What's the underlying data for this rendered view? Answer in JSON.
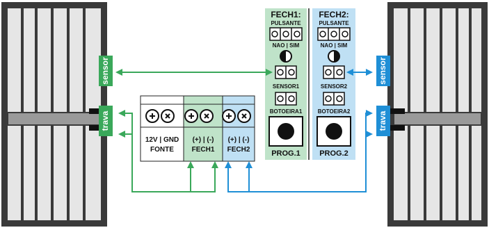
{
  "colors": {
    "green": "#3aa85a",
    "blue": "#1f8fd6",
    "green_panel": "#bfe3c9",
    "blue_panel": "#bfe0f4",
    "frame_dark": "#3a3a3a",
    "bar_gray": "#9a9a9a"
  },
  "left_gate": {
    "sensor_tag": "sensor",
    "lock_tag": "trava"
  },
  "right_gate": {
    "sensor_tag": "sensor",
    "lock_tag": "trava"
  },
  "terminal_block": {
    "fonte": {
      "pins": "12V | GND",
      "label": "FONTE"
    },
    "fech1": {
      "pins": "(+) | (-)",
      "label": "FECH1"
    },
    "fech2": {
      "pins": "(+) | (-)",
      "label": "FECH2"
    }
  },
  "panel1": {
    "title": "FECH1:",
    "pulsante": "PULSANTE",
    "nao_sim": "NAO | SIM",
    "sensor": "SENSOR1",
    "botoeira": "BOTOEIRA1",
    "prog": "PROG.1"
  },
  "panel2": {
    "title": "FECH2:",
    "pulsante": "PULSANTE",
    "nao_sim": "NAO | SIM",
    "sensor": "SENSOR2",
    "botoeira": "BOTOEIRA2",
    "prog": "PROG.2"
  }
}
